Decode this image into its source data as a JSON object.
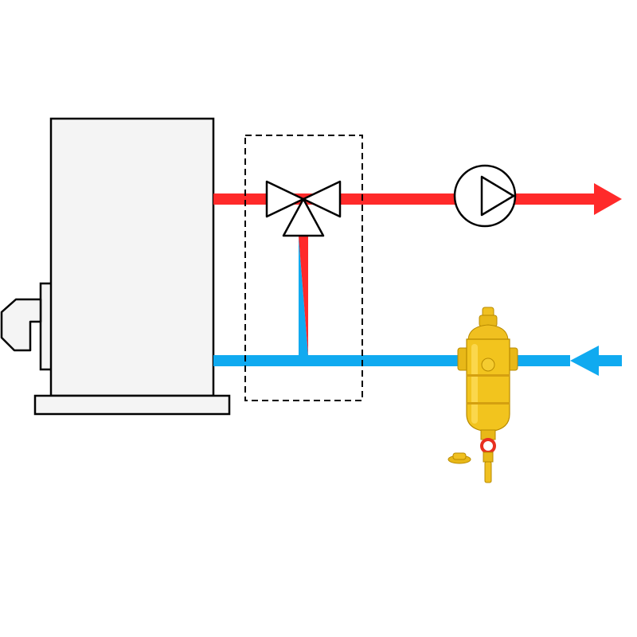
{
  "diagram": {
    "type": "heating-system-schematic",
    "components": [
      {
        "id": "boiler",
        "kind": "boiler-with-burner"
      },
      {
        "id": "mixing-valve",
        "kind": "three-way-mixing-valve",
        "enclosed_in": "dashed-box"
      },
      {
        "id": "pump",
        "kind": "circulation-pump"
      },
      {
        "id": "separator",
        "kind": "brass-dirt-separator",
        "with": [
          "drain-valve",
          "cap"
        ]
      }
    ],
    "lines": {
      "flow": {
        "label": "",
        "direction": "out"
      },
      "return": {
        "label": "",
        "direction": "in"
      },
      "bypass": {
        "label": ""
      }
    },
    "colors": {
      "flow": "#ff2a2a",
      "return": "#10aaf0",
      "bypass_hot": "#ff2a2a",
      "bypass_cold": "#10aaf0",
      "outline": "#000000",
      "boiler_fill": "#f4f4f4",
      "brass": "#f0c020",
      "brass_dark": "#b88a00",
      "brass_light": "#ffe060",
      "drain_ring": "#e83020"
    },
    "icons": {
      "pump": "pump-circle-triangle-icon",
      "valve": "three-way-valve-icon",
      "flow_arrow": "arrow-right-icon",
      "return_arrow": "arrow-left-icon"
    }
  }
}
